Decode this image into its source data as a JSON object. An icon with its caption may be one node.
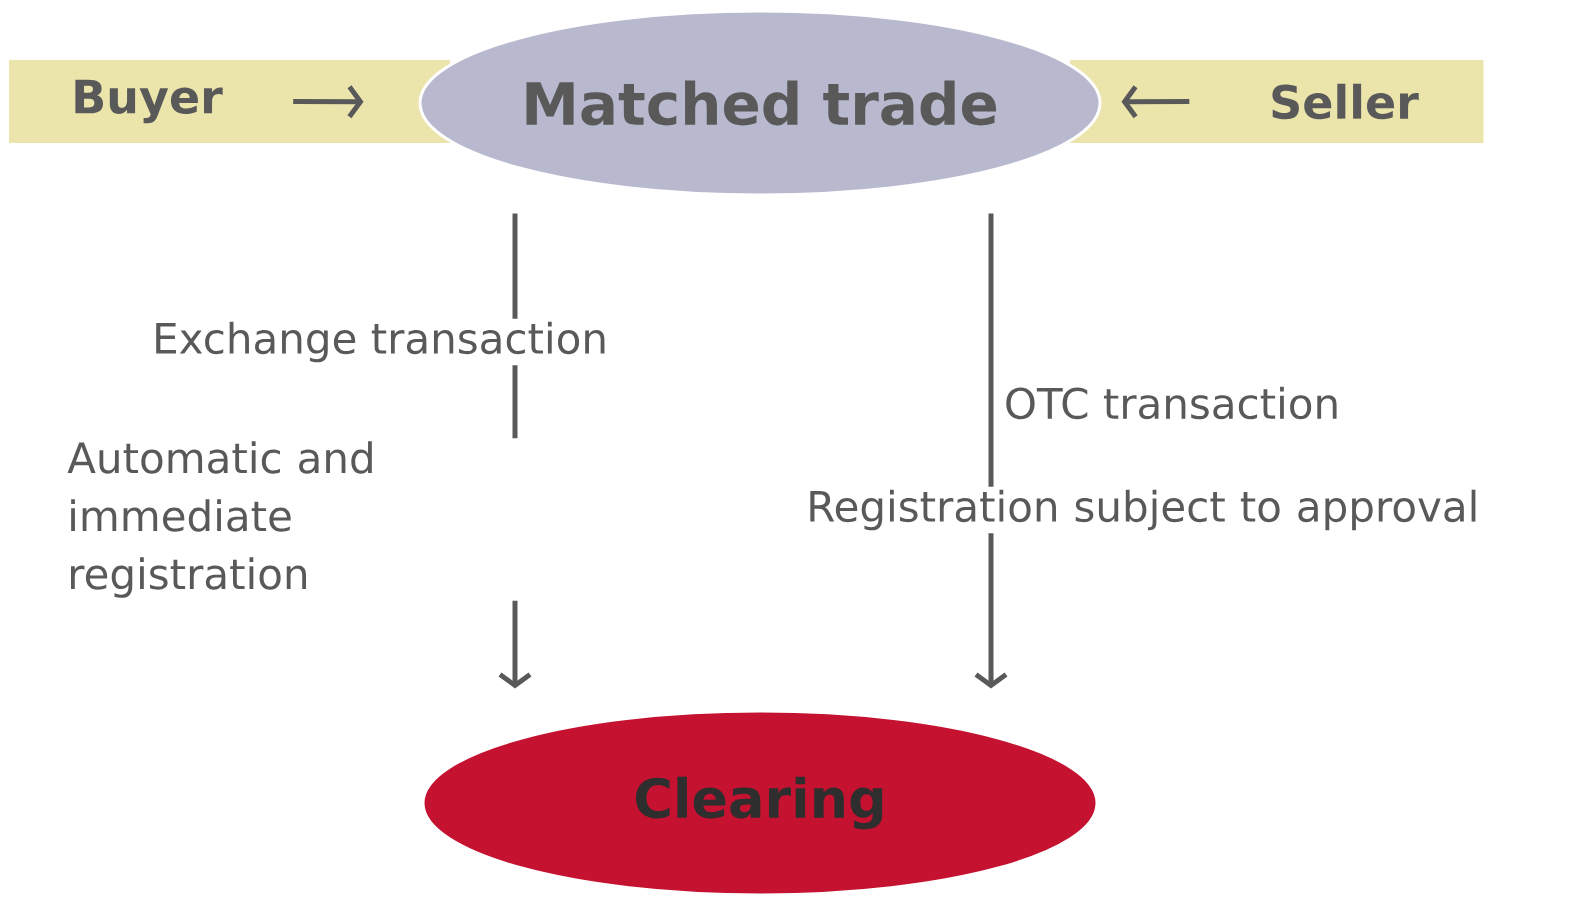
{
  "diagram": {
    "nodes": [
      {
        "text": [
          "Buyer"
        ]
      },
      {
        "text": [
          "Seller"
        ]
      },
      {
        "text": [
          "Matched trade"
        ]
      },
      {
        "text": [
          "Clearing"
        ]
      }
    ],
    "edges": [
      {
        "from": 0,
        "to": 2,
        "arrow": "to"
      },
      {
        "from": 1,
        "to": 2,
        "arrow": "to"
      },
      {
        "from": 2,
        "to": 3,
        "arrow": "to",
        "label": "Exchange transaction"
      },
      {
        "from": 2,
        "to": 3,
        "arrow": "to",
        "label": "OTC transaction"
      }
    ],
    "labels": [
      "Automatic and immediate registration",
      "Registration subject to approval"
    ]
  }
}
